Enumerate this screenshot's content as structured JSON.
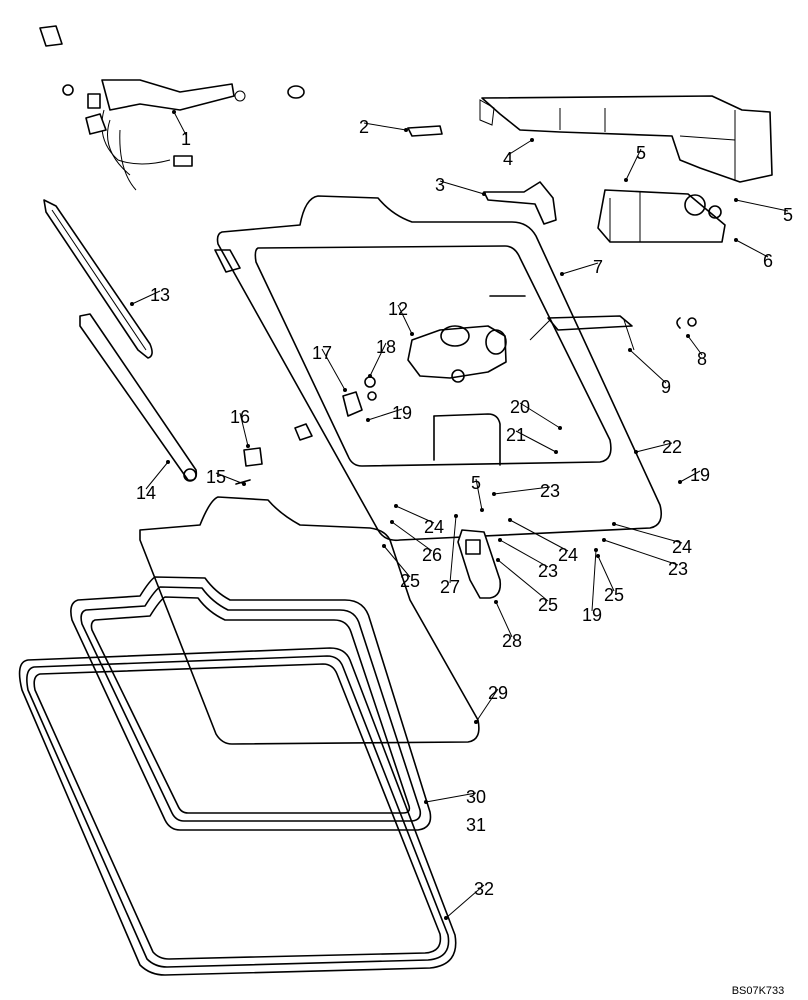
{
  "diagram": {
    "reference_code": "BS07K733",
    "callouts": [
      {
        "id": "c1",
        "label": "1"
      },
      {
        "id": "c2",
        "label": "2"
      },
      {
        "id": "c3",
        "label": "3"
      },
      {
        "id": "c4",
        "label": "4"
      },
      {
        "id": "c5a",
        "label": "5"
      },
      {
        "id": "c5b",
        "label": "5"
      },
      {
        "id": "c5c",
        "label": "5"
      },
      {
        "id": "c6",
        "label": "6"
      },
      {
        "id": "c7",
        "label": "7"
      },
      {
        "id": "c8",
        "label": "8"
      },
      {
        "id": "c9",
        "label": "9"
      },
      {
        "id": "c12",
        "label": "12"
      },
      {
        "id": "c13",
        "label": "13"
      },
      {
        "id": "c14",
        "label": "14"
      },
      {
        "id": "c15",
        "label": "15"
      },
      {
        "id": "c16",
        "label": "16"
      },
      {
        "id": "c17",
        "label": "17"
      },
      {
        "id": "c18",
        "label": "18"
      },
      {
        "id": "c19a",
        "label": "19"
      },
      {
        "id": "c19b",
        "label": "19"
      },
      {
        "id": "c19c",
        "label": "19"
      },
      {
        "id": "c20",
        "label": "20"
      },
      {
        "id": "c21",
        "label": "21"
      },
      {
        "id": "c22",
        "label": "22"
      },
      {
        "id": "c23a",
        "label": "23"
      },
      {
        "id": "c23b",
        "label": "23"
      },
      {
        "id": "c23c",
        "label": "23"
      },
      {
        "id": "c24a",
        "label": "24"
      },
      {
        "id": "c24b",
        "label": "24"
      },
      {
        "id": "c24c",
        "label": "24"
      },
      {
        "id": "c25a",
        "label": "25"
      },
      {
        "id": "c25b",
        "label": "25"
      },
      {
        "id": "c25c",
        "label": "25"
      },
      {
        "id": "c26",
        "label": "26"
      },
      {
        "id": "c27",
        "label": "27"
      },
      {
        "id": "c28",
        "label": "28"
      },
      {
        "id": "c29",
        "label": "29"
      },
      {
        "id": "c30",
        "label": "30"
      },
      {
        "id": "c31",
        "label": "31"
      },
      {
        "id": "c32",
        "label": "32"
      }
    ]
  }
}
